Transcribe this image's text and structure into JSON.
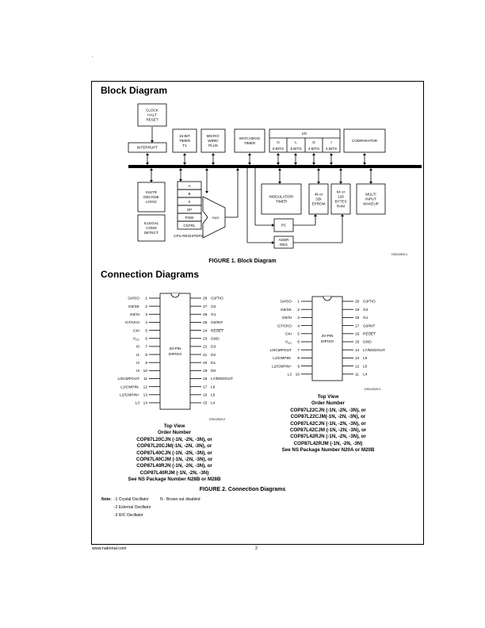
{
  "page_mark": ".",
  "block_diagram": {
    "heading": "Block Diagram",
    "blocks": {
      "clock": [
        "CLOCK",
        "HALT",
        "RESET"
      ],
      "interrupt": [
        "INTERRUPT"
      ],
      "timer": [
        "16-BIT",
        "TIMER",
        "T1"
      ],
      "microwire": [
        "MICRO-",
        "WIRE/",
        "PLUS"
      ],
      "watchdog": [
        "WATCHDOG",
        "TIMER"
      ],
      "io_label": "I/O",
      "ports": [
        {
          "name": "G",
          "bits": "8 BITS"
        },
        {
          "name": "L",
          "bits": "8 BITS"
        },
        {
          "name": "D",
          "bits": "4 BITS"
        },
        {
          "name": "I",
          "bits": "4 BITS"
        }
      ],
      "comparator": [
        "COMPARATOR"
      ],
      "instr": [
        "INSTR",
        "DECODE",
        "LOGIC"
      ],
      "illegal": [
        "ILLEGAL",
        "COND",
        "DETECT"
      ],
      "registers": [
        "A",
        "B",
        "X",
        "SP",
        "PSW",
        "CNTRL"
      ],
      "cpu_registers": "CPU REGISTERS",
      "alu": "ALU",
      "modulator": [
        "MODULATOR/",
        "TIMER"
      ],
      "eprom": [
        "4k or",
        "32k",
        "EPROM"
      ],
      "ram": [
        "64 or",
        "128",
        "BYTES",
        "RAM"
      ],
      "multi_input": [
        "MULTI",
        "INPUT",
        "WAKEUP"
      ],
      "pc": "PC",
      "addr_reg": [
        "ADDR",
        "REG"
      ]
    },
    "caption": "FIGURE 1. Block Diagram",
    "drawing_id": "DS012529-1"
  },
  "connection": {
    "heading": "Connection Diagrams",
    "left": {
      "package_label": [
        "28-PIN",
        "DIP/SO"
      ],
      "pins_left": [
        {
          "num": "1",
          "name": "G4/SO"
        },
        {
          "num": "2",
          "name": "G5/SK"
        },
        {
          "num": "3",
          "name": "G6/SI"
        },
        {
          "num": "4",
          "name": "G7/CKO"
        },
        {
          "num": "5",
          "name": "CKI"
        },
        {
          "num": "6",
          "name": "V",
          "sub": "CC"
        },
        {
          "num": "7",
          "name": "I0"
        },
        {
          "num": "8",
          "name": "I1"
        },
        {
          "num": "9",
          "name": "I2"
        },
        {
          "num": "10",
          "name": "I3"
        },
        {
          "num": "11",
          "name": "L0/CMPOUT"
        },
        {
          "num": "12",
          "name": "L1/CMPIN-"
        },
        {
          "num": "13",
          "name": "L2/CMPIN+"
        },
        {
          "num": "14",
          "name": "L3"
        }
      ],
      "pins_right": [
        {
          "num": "28",
          "name": "G3/TIO"
        },
        {
          "num": "27",
          "name": "G2"
        },
        {
          "num": "26",
          "name": "G1"
        },
        {
          "num": "25",
          "name": "G0/INT"
        },
        {
          "num": "24",
          "name": "RESET",
          "overline": true
        },
        {
          "num": "23",
          "name": "GND"
        },
        {
          "num": "22",
          "name": "D3"
        },
        {
          "num": "21",
          "name": "D2"
        },
        {
          "num": "20",
          "name": "D1"
        },
        {
          "num": "19",
          "name": "D0"
        },
        {
          "num": "18",
          "name": "L7/MODOUT"
        },
        {
          "num": "17",
          "name": "L6"
        },
        {
          "num": "16",
          "name": "L5"
        },
        {
          "num": "15",
          "name": "L4"
        }
      ],
      "drawing_id": "DS012529-2",
      "order_lines": [
        "Top View",
        "Order Number",
        "COP87L20CJN (-1N, -2N, -3N), or",
        "COP87L20CJM(-1N, -2N, -3N), or",
        "COP87L40CJN (-1N, -2N, -3N), or",
        "COP87L40CJM (-1N, -2N, -3N), or",
        "COP87L40RJN (-1N, -2N, -3N), or",
        "COP87L40RJM (-1N, -2N, -3N)",
        "See NS Package Number N28B or M28B"
      ]
    },
    "right": {
      "package_label": [
        "20-PIN",
        "DIP/SO"
      ],
      "pins_left": [
        {
          "num": "1",
          "name": "G4/SO"
        },
        {
          "num": "2",
          "name": "G5/SK"
        },
        {
          "num": "3",
          "name": "G6/SI"
        },
        {
          "num": "4",
          "name": "G7/CKO"
        },
        {
          "num": "5",
          "name": "CKI"
        },
        {
          "num": "6",
          "name": "V",
          "sub": "CC"
        },
        {
          "num": "7",
          "name": "L0/CMPOUT"
        },
        {
          "num": "8",
          "name": "L1/CMPIN-"
        },
        {
          "num": "9",
          "name": "L2/CMPIN+"
        },
        {
          "num": "10",
          "name": "L3"
        }
      ],
      "pins_right": [
        {
          "num": "20",
          "name": "G3/TIO"
        },
        {
          "num": "19",
          "name": "G2"
        },
        {
          "num": "18",
          "name": "G1"
        },
        {
          "num": "17",
          "name": "G0/INT"
        },
        {
          "num": "16",
          "name": "RESET",
          "overline": true
        },
        {
          "num": "15",
          "name": "GND"
        },
        {
          "num": "14",
          "name": "L7/MODOUT"
        },
        {
          "num": "13",
          "name": "L6"
        },
        {
          "num": "12",
          "name": "L5"
        },
        {
          "num": "11",
          "name": "L4"
        }
      ],
      "drawing_id": "DS012529-3",
      "order_lines": [
        "Top View",
        "Order Number",
        "COP87L22CJN (-1N, -2N, -3N), or",
        "COP87L22CJM(-1N, -2N, -3N), or",
        "COP87L42CJN (-1N, -2N, -3N), or",
        "COP87L42CJM (-1N, -2N, -3N), or",
        "COP87L42RJN (-1N, -2N, -3N), or",
        "COP87L42RJM (-1N, -2N, -3N)",
        "See NS Package Number N20A or M20B"
      ]
    },
    "caption": "FIGURE 2. Connection Diagrams"
  },
  "notes": {
    "label": "Note:",
    "items": [
      "-1 Crystal Oscillator",
      "-2 External Oscillator",
      "-3 R/C Oscillator"
    ],
    "extra": "N - Brown out disabled"
  },
  "footer": {
    "website": "www.national.com",
    "page_number": "2"
  }
}
